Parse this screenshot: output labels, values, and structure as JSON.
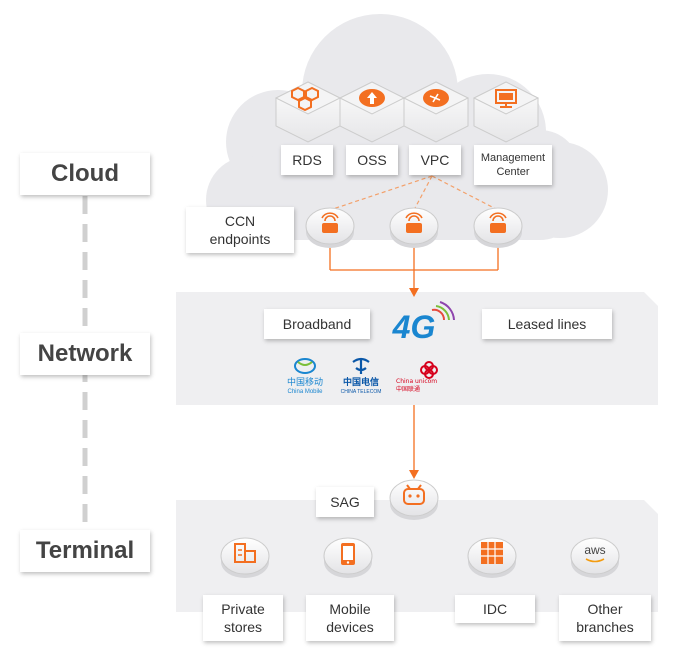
{
  "tiers": {
    "cloud": "Cloud",
    "network": "Network",
    "terminal": "Terminal"
  },
  "cloud_services": [
    {
      "label": "RDS",
      "icon": "rds-icon"
    },
    {
      "label": "OSS",
      "icon": "oss-icon"
    },
    {
      "label": "VPC",
      "icon": "vpc-icon"
    },
    {
      "label_line1": "Management",
      "label_line2": "Center",
      "icon": "management-center-icon"
    }
  ],
  "ccn": {
    "line1": "CCN",
    "line2": "endpoints"
  },
  "network": {
    "broadband": "Broadband",
    "logo_4g": "4G",
    "leased_lines": "Leased lines",
    "carriers": [
      {
        "cn": "中国移动",
        "en": "China Mobile"
      },
      {
        "cn": "中国电信",
        "en": "CHINA TELECOM"
      },
      {
        "cn": "China unicom 中国联通",
        "en": ""
      }
    ]
  },
  "sag": "SAG",
  "terminals": [
    {
      "line1": "Private",
      "line2": "stores",
      "icon": "store-icon"
    },
    {
      "line1": "Mobile",
      "line2": "devices",
      "icon": "mobile-icon"
    },
    {
      "line1": "IDC",
      "line2": "",
      "icon": "server-rack-icon"
    },
    {
      "line1": "Other",
      "line2": "branches",
      "icon": "aws-icon",
      "icon_text": "aws"
    }
  ],
  "colors": {
    "accent": "#f36f21",
    "panel": "#efeff1",
    "cloud": "#e9e9ec"
  }
}
